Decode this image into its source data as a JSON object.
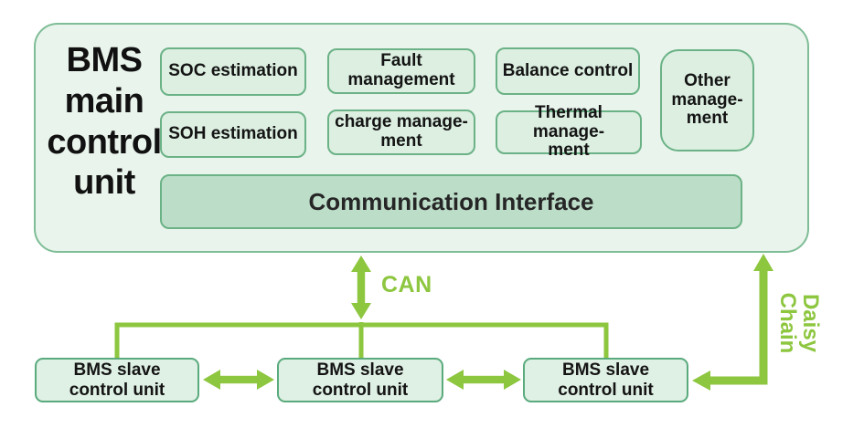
{
  "colors": {
    "accent_green": "#8dc63f",
    "outer_fill": "#e9f4ec",
    "outer_border": "#7fbd96",
    "module_fill": "#dcefe1",
    "module_border": "#6bb286",
    "comm_fill": "#bcdec8",
    "comm_border": "#6bb286",
    "slave_fill": "#dff0e4",
    "slave_border": "#59aa7c",
    "text_dark": "#161616"
  },
  "main_unit": {
    "title": "BMS\nmain\ncontrol\nunit",
    "modules": [
      {
        "id": "soc",
        "label": "SOC estimation"
      },
      {
        "id": "fault",
        "label": "Fault management"
      },
      {
        "id": "balance",
        "label": "Balance control"
      },
      {
        "id": "soh",
        "label": "SOH estimation"
      },
      {
        "id": "charge",
        "label": "charge manage-\nment"
      },
      {
        "id": "thermal",
        "label": "Thermal manage-\nment"
      },
      {
        "id": "other",
        "label": "Other\nmanage-\nment"
      }
    ],
    "communication_interface_label": "Communication Interface"
  },
  "connections": {
    "can_label": "CAN",
    "daisy_chain_label": "Daisy\nChain"
  },
  "slave_units": [
    {
      "label": "BMS slave\ncontrol unit"
    },
    {
      "label": "BMS slave\ncontrol unit"
    },
    {
      "label": "BMS slave\ncontrol unit"
    }
  ]
}
